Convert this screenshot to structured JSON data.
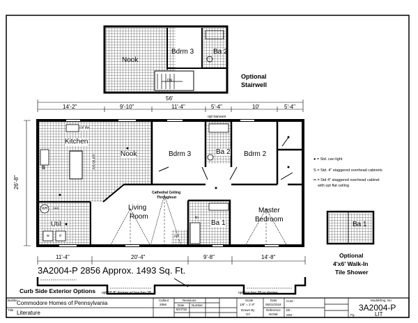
{
  "stairwell_option": {
    "rooms": [
      "Nook",
      "Bdrm 3",
      "Ba 2"
    ],
    "stair_label": "DN",
    "title_line1": "Optional",
    "title_line2": "Stairwell"
  },
  "dimensions": {
    "overall_width": "56'",
    "top_segments": [
      "14'-2\"",
      "9'-10\"",
      "11'-4\"",
      "5'-4\"",
      "10'",
      "5'-4\""
    ],
    "overall_depth": "26'-8\"",
    "bottom_segments": [
      "11'-4\"",
      "20'-4\"",
      "9'-8\"",
      "14'-8\""
    ],
    "transom_note": "opt transom"
  },
  "rooms": {
    "kitchen": "Kitchen",
    "nook": "Nook",
    "bdrm3": "Bdrm 3",
    "ba2": "Ba 2",
    "bdrm2": "Bdrm 2",
    "living_line1": "Living",
    "living_line2": "Room",
    "master_line1": "Master",
    "master_line2": "Bedroom",
    "ba1": "Ba 1",
    "util": "Util",
    "cathedral_line1": "Cathedral Ceiling",
    "cathedral_line2": "Throughout"
  },
  "fixtures": {
    "island": "opt lib-bar",
    "col_dw": "col dw",
    "pan": "pan",
    "wh": "WH",
    "washer": "w",
    "dryer": "d",
    "lin": "lin",
    "opt": "opt",
    "s": "S"
  },
  "legend": [
    {
      "symbol": "●",
      "text": "= Std. can light"
    },
    {
      "symbol": "S",
      "text": "= Std. 4\" staggered overhead cabinets"
    },
    {
      "symbol": "▪▪",
      "text": "= Std 4\" staggered overhead cabinet"
    },
    {
      "symbol": "",
      "text": "with opt flat ceiling"
    }
  ],
  "shower_option": {
    "room": "Ba 1",
    "line1": "Optional",
    "line2": "4'x6' Walk-In",
    "line3": "Tile Shower"
  },
  "plan_title": "3A2004-P 2856  Approx. 1493 Sq. Ft.",
  "exterior": {
    "title": "Curb Side Exterior Options",
    "note_left": "opt 18'-8\" dormer w/ box-bay 38",
    "note_right": "opt box-bay 38 w/ dormer"
  },
  "title_block": {
    "builder_label": "Builder",
    "builder": "Commodore Homes of Pennsylvania",
    "title_label": "Title",
    "title": "Literature",
    "callout_label": "Callout",
    "callout": "2856",
    "revisions_label": "Revisions",
    "rev_date_label": "Date",
    "rev_number_label": "Number",
    "rev_date": "5/17/18",
    "scale_label": "Scale",
    "scale": "1/8\" = 1'-0\"",
    "date_label": "Date",
    "date": "05/01/2018",
    "drawn_by_label": "Drawn By",
    "drawn_by": "OY",
    "reference_label": "Reference",
    "reference": "NONE",
    "cust_label": "Cust -",
    "dlr_label": "Dlr  -",
    "sm_label": "S/M  -",
    "model_label": "Model/Eng. No.",
    "model": "3A2004-P",
    "pg_label": "Pg.",
    "pg": "LIT"
  }
}
